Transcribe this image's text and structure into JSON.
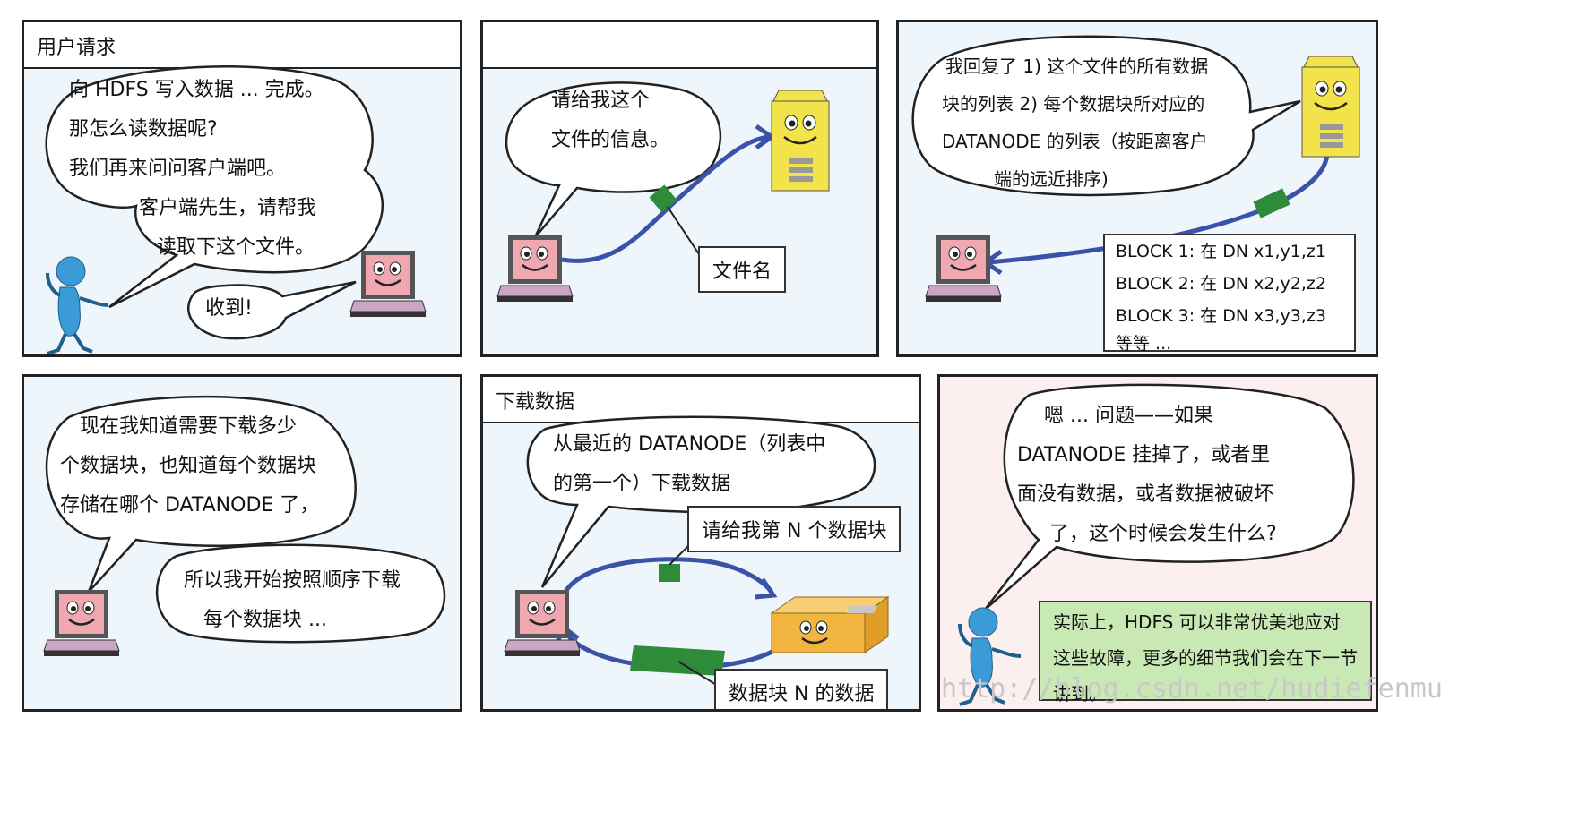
{
  "panel1": {
    "header": "用户请求",
    "bubble1": [
      "向 HDFS 写入数据 ... 完成。",
      "那怎么读数据呢?",
      "我们再来问问客户端吧。",
      "客户端先生，请帮我",
      "读取下这个文件。"
    ],
    "bubble2": "收到!"
  },
  "panel2": {
    "bubble": [
      "请给我这个",
      "文件的信息。"
    ],
    "label": "文件名"
  },
  "panel3": {
    "bubble": [
      "我回复了 1) 这个文件的所有数据",
      "块的列表 2) 每个数据块所对应的",
      "DATANODE 的列表（按距离客户",
      "端的远近排序)"
    ],
    "blocks": [
      "BLOCK 1: 在 DN x1,y1,z1",
      "BLOCK 2: 在 DN x2,y2,z2",
      "BLOCK 3: 在 DN x3,y3,z3",
      "等等 ..."
    ]
  },
  "panel4": {
    "bubble1": [
      "现在我知道需要下载多少",
      "个数据块，也知道每个数据块",
      "存储在哪个 DATANODE 了，"
    ],
    "bubble2": [
      "所以我开始按照顺序下载",
      "每个数据块 ..."
    ]
  },
  "panel5": {
    "header": "下载数据",
    "bubble": [
      "从最近的 DATANODE（列表中",
      "的第一个）下载数据"
    ],
    "label_request": "请给我第 N 个数据块",
    "label_data": "数据块 N 的数据"
  },
  "panel6": {
    "bubble": [
      "嗯 ... 问题——如果",
      "DATANODE 挂掉了，或者里",
      "面没有数据，或者数据被破坏",
      "了，这个时候会发生什么?"
    ],
    "note": "实际上，HDFS 可以非常优美地应对这些故障，更多的细节我们会在下一节讲到。"
  },
  "watermark": "http://blog.csdn.net/hudiefenmu",
  "colors": {
    "border": "#222222",
    "panel_bg": "#eef5fb",
    "arrow": "#3a52a8",
    "packet": "#2e8b3a",
    "laptop_screen": "#f0a8b0",
    "laptop_base": "#c9a6c4",
    "server": "#f3e34a",
    "datanode": "#f2b540",
    "person": "#3b9bd6",
    "note_bg": "#c9e9b4"
  }
}
